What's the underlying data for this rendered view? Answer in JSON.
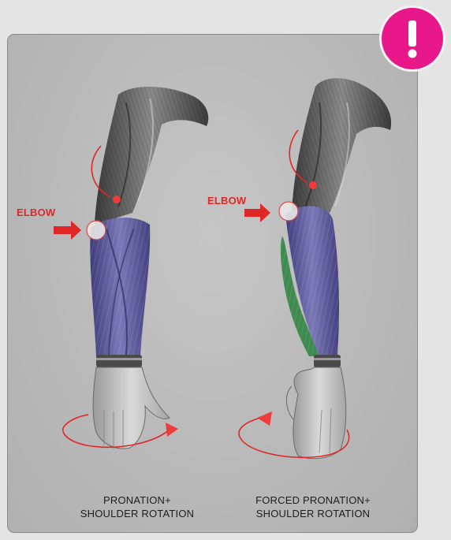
{
  "badge": {
    "symbol": "!",
    "color": "#e8188a"
  },
  "annotations": {
    "left_elbow": "ELBOW",
    "right_elbow": "ELBOW"
  },
  "captions": {
    "left": {
      "line1": "PRONATION+",
      "line2": "SHOULDER ROTATION"
    },
    "right": {
      "line1": "FORCED PRONATION+",
      "line2": "SHOULDER ROTATION"
    }
  },
  "colors": {
    "panel_background": "#bcbcbc",
    "annotation_red": "#e02626",
    "muscle_blue": "#5c5a9a",
    "muscle_green": "#3f8a4e"
  }
}
